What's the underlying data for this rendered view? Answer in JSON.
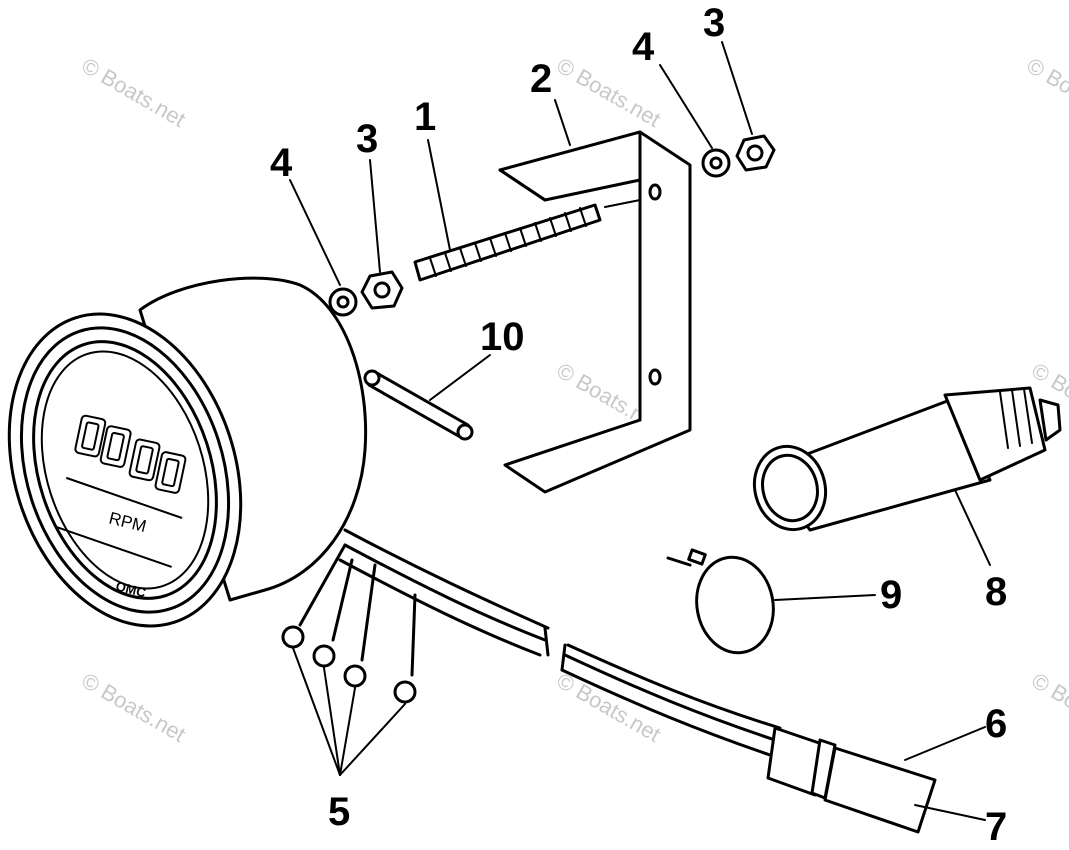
{
  "watermark": "© Boats.net",
  "gauge_face": {
    "unit": "RPM",
    "brand": "OMC"
  },
  "callouts": {
    "c1": "1",
    "c2": "2",
    "c3a": "3",
    "c3b": "3",
    "c4a": "4",
    "c4b": "4",
    "c5": "5",
    "c6": "6",
    "c7": "7",
    "c8": "8",
    "c9": "9",
    "c10": "10"
  }
}
